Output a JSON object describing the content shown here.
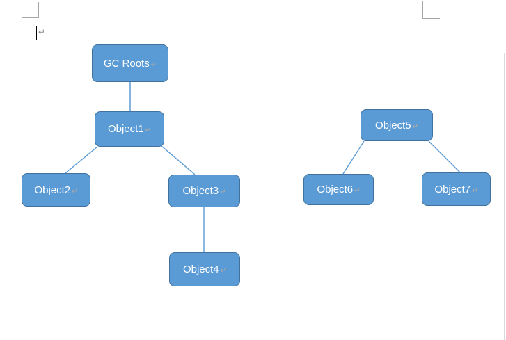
{
  "page": {
    "background": "#ffffff",
    "margin_mark_color": "#a6a6a6",
    "caret_paragraph_mark": "↵"
  },
  "diagram": {
    "node_fill": "#5b9bd5",
    "node_border": "#41719c",
    "connector_color": "#5b9bd5",
    "text_color": "#ffffff",
    "end_mark": "↵",
    "nodes": [
      {
        "id": "gc-roots",
        "label": "GC Roots"
      },
      {
        "id": "object1",
        "label": "Object1"
      },
      {
        "id": "object2",
        "label": "Object2"
      },
      {
        "id": "object3",
        "label": "Object3"
      },
      {
        "id": "object4",
        "label": "Object4"
      },
      {
        "id": "object5",
        "label": "Object5"
      },
      {
        "id": "object6",
        "label": "Object6"
      },
      {
        "id": "object7",
        "label": "Object7"
      }
    ],
    "edges": [
      {
        "from": "gc-roots",
        "to": "object1"
      },
      {
        "from": "object1",
        "to": "object2"
      },
      {
        "from": "object1",
        "to": "object3"
      },
      {
        "from": "object3",
        "to": "object4"
      },
      {
        "from": "object5",
        "to": "object6"
      },
      {
        "from": "object5",
        "to": "object7"
      }
    ]
  }
}
